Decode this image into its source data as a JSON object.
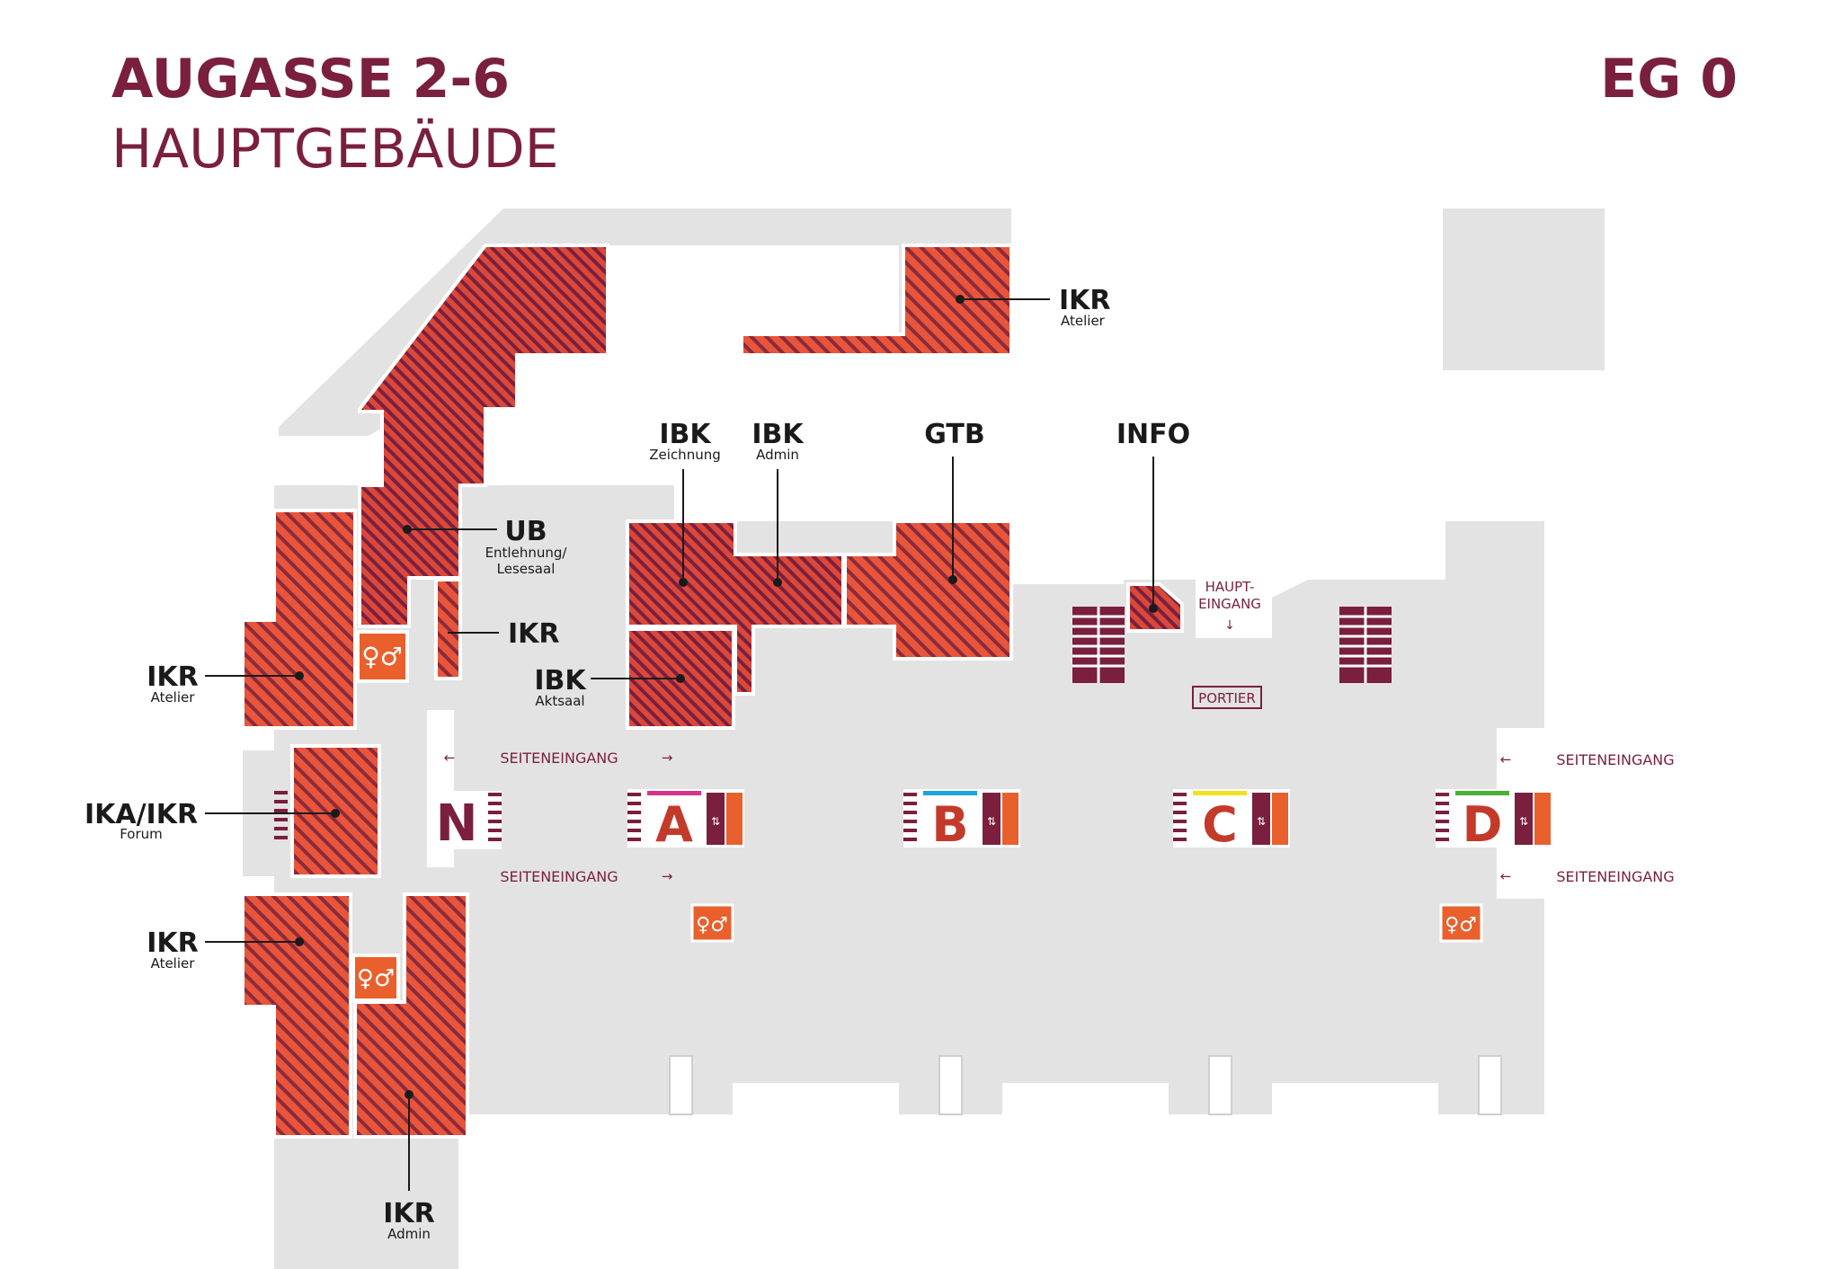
{
  "header": {
    "title": "AUGASSE 2-6",
    "subtitle": "HAUPTGEBÄUDE",
    "floor": "EG 0"
  },
  "colors": {
    "brand": "#7a1f3d",
    "room_fill": "#e8553a",
    "room_dark": "#c43a2a",
    "hatch": "#8a2a3a",
    "floor": "#e3e3e3",
    "wc": "#e9602d",
    "label": "#1a1a1a",
    "accent_A": "#d6338a",
    "accent_B": "#1fa5d9",
    "accent_C": "#f2e11d",
    "accent_D": "#4caf3a"
  },
  "rooms": [
    {
      "key": "ikr_top",
      "name": "IKR",
      "sub": "Atelier"
    },
    {
      "key": "ub",
      "name": "UB",
      "sub": "Entlehnung/ Lesesaal",
      "sub1": "Entlehnung/",
      "sub2": "Lesesaal"
    },
    {
      "key": "ikr_mid",
      "name": "IKR",
      "sub": ""
    },
    {
      "key": "ikr_left",
      "name": "IKR",
      "sub": "Atelier"
    },
    {
      "key": "ika",
      "name": "IKA/IKR",
      "sub": "Forum"
    },
    {
      "key": "ikr_left2",
      "name": "IKR",
      "sub": "Atelier"
    },
    {
      "key": "ikr_bottom",
      "name": "IKR",
      "sub": "Admin"
    },
    {
      "key": "ibk_z",
      "name": "IBK",
      "sub": "Zeichnung"
    },
    {
      "key": "ibk_admin",
      "name": "IBK",
      "sub": "Admin"
    },
    {
      "key": "gtb",
      "name": "GTB",
      "sub": ""
    },
    {
      "key": "info",
      "name": "INFO",
      "sub": ""
    },
    {
      "key": "ibk_akt",
      "name": "IBK",
      "sub": "Aktsaal"
    }
  ],
  "entrances": {
    "main_1": "HAUPT-",
    "main_2": "EINGANG",
    "porter": "PORTIER",
    "side": "SEITENEINGANG"
  },
  "stairs": [
    "N",
    "A",
    "B",
    "C",
    "D"
  ],
  "icons": [
    "arrow-left-icon",
    "arrow-right-icon",
    "arrow-down-icon",
    "elevator-icon",
    "restroom-icon",
    "stairs-icon"
  ]
}
